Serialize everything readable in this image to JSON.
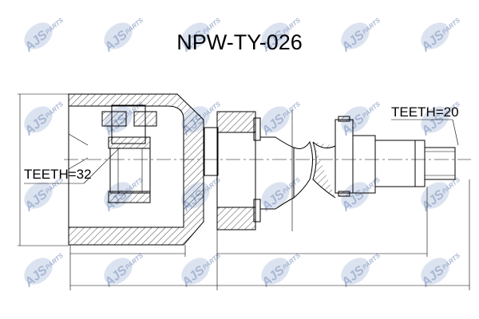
{
  "title": "NPW-TY-026",
  "labels": {
    "teeth_left": "TEETH=32",
    "teeth_right": "TEETH=20"
  },
  "watermark": {
    "brand": "AJS",
    "sub": "PARTS",
    "color": "#9fb0cf"
  }
}
